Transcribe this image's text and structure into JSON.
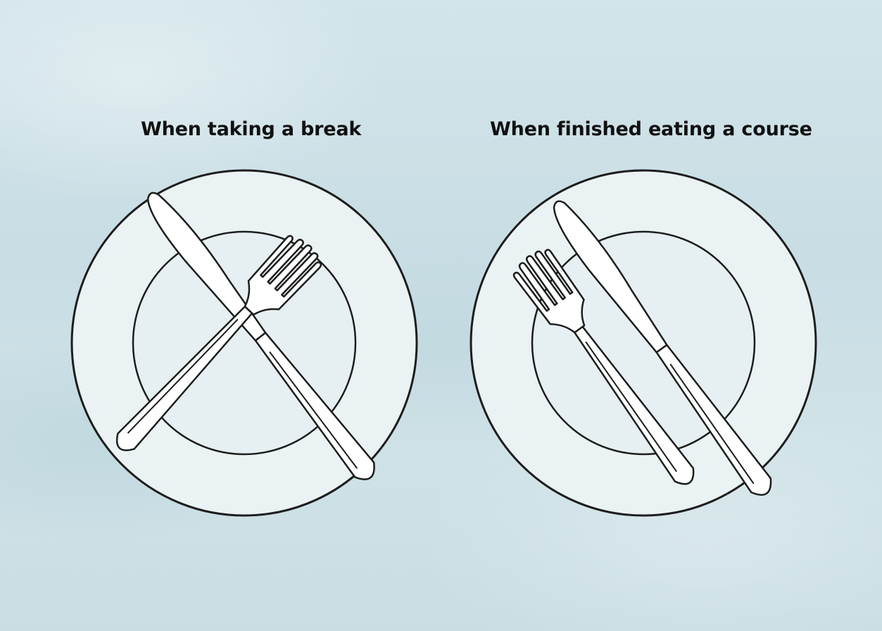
{
  "panels": [
    {
      "title": "When taking a break",
      "utensil_position": "crossed"
    },
    {
      "title": "When finished eating a course",
      "utensil_position": "parallel"
    }
  ],
  "colors": {
    "background": "#cfe2e7",
    "plate": "#eaf2f3",
    "outline": "#1d1d1d",
    "utensil": "#ffffff",
    "text": "#111111"
  }
}
